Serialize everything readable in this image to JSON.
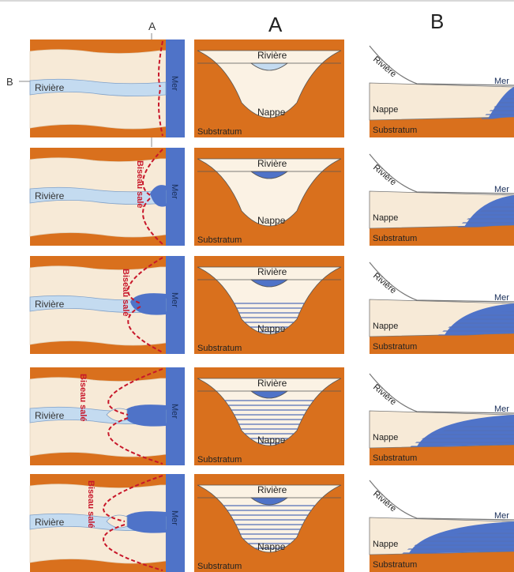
{
  "headings": {
    "a_marker": "A",
    "b_marker": "B",
    "col_a": "A",
    "col_b": "B"
  },
  "labels": {
    "riviere": "Rivière",
    "mer": "Mer",
    "nappe": "Nappe",
    "substratum": "Substratum",
    "biseau": "Biseau salé"
  },
  "colors": {
    "substratum": "#d9701d",
    "nappe": "#f7ead7",
    "riviere": "#c4dbf0",
    "mer": "#4f73c8",
    "biseau_line": "#c8172a",
    "hatch": "#5470b8"
  },
  "rows": [
    {
      "stage": 1,
      "has_biseau_label": false
    },
    {
      "stage": 2,
      "has_biseau_label": true
    },
    {
      "stage": 3,
      "has_biseau_label": true
    },
    {
      "stage": 4,
      "has_biseau_label": true
    },
    {
      "stage": 5,
      "has_biseau_label": true
    }
  ]
}
